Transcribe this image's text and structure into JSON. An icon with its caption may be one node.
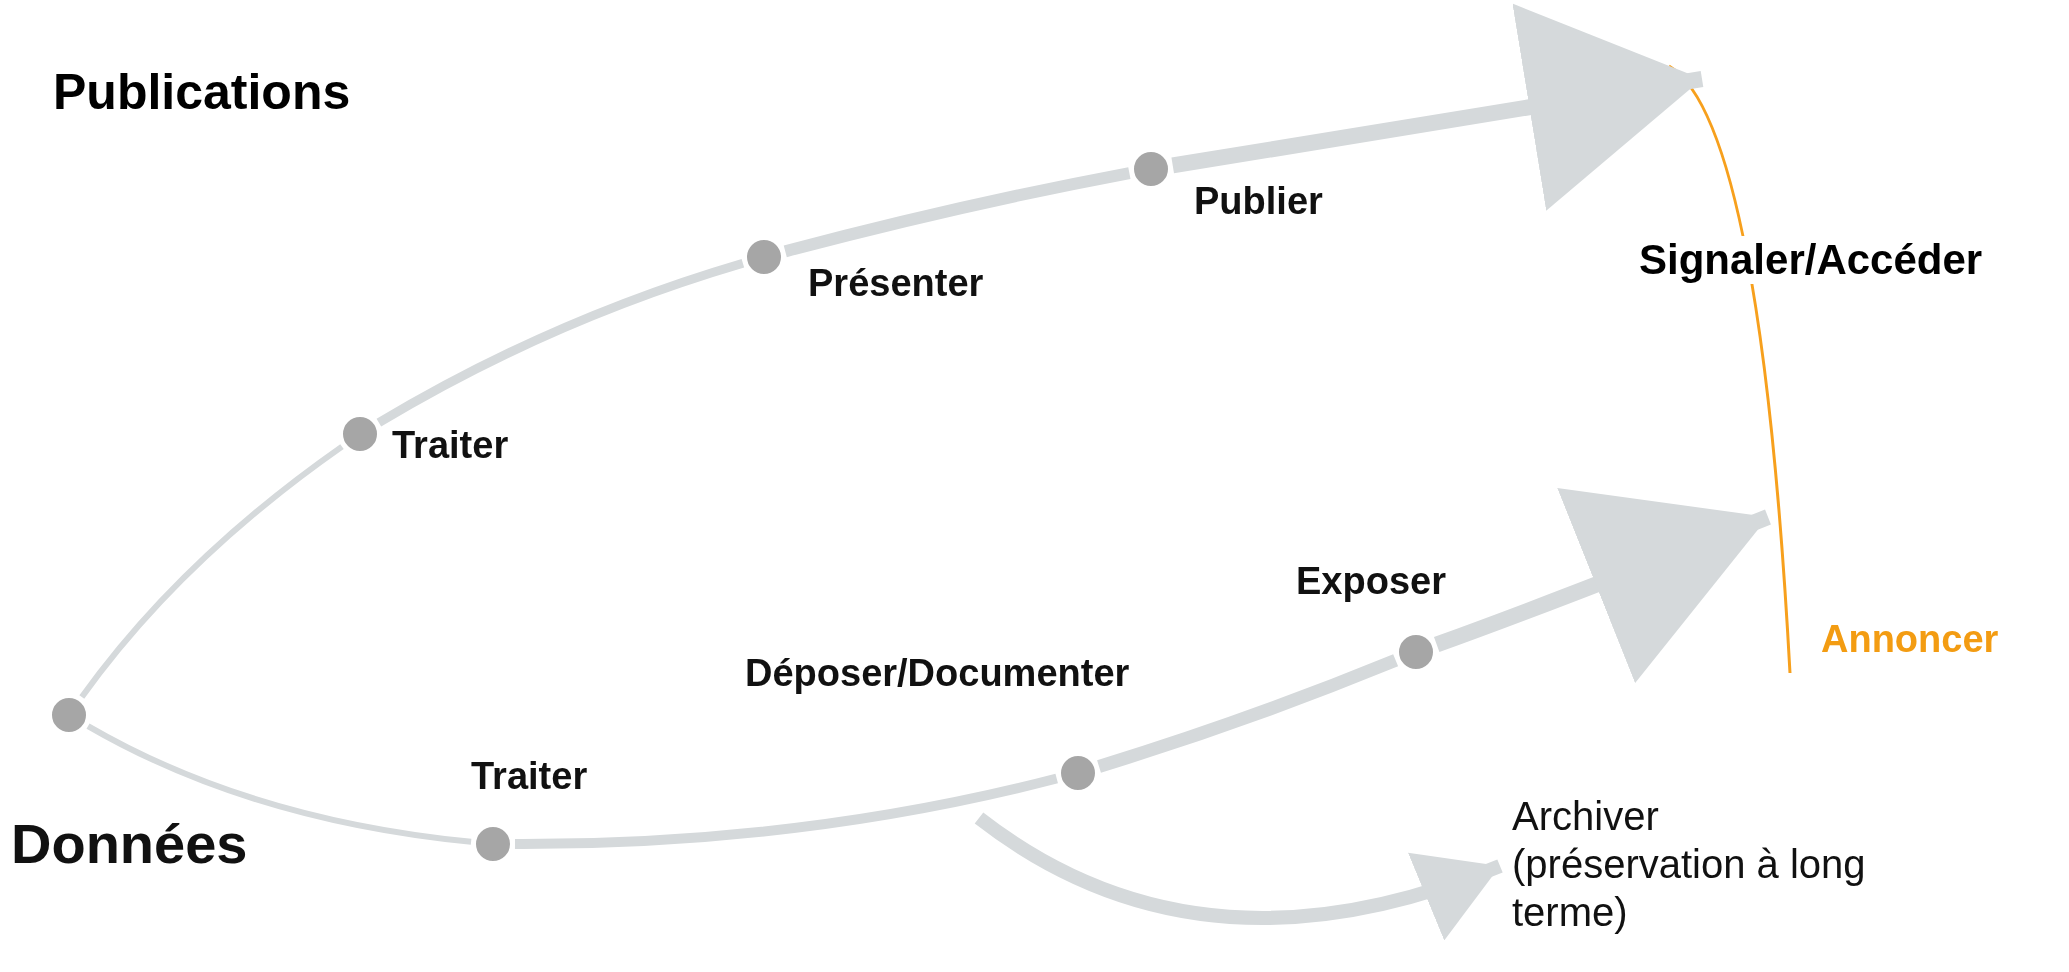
{
  "diagram": {
    "nodes": [
      {
        "text": [],
        "shape": "circle",
        "beside": [
          "Données"
        ]
      },
      {
        "text": [],
        "shape": "circle",
        "beside": [
          "Traiter"
        ]
      },
      {
        "text": [],
        "shape": "circle",
        "beside": [
          "Présenter"
        ]
      },
      {
        "text": [],
        "shape": "circle",
        "beside": [
          "Publier"
        ]
      },
      {
        "text": [],
        "shape": "circle",
        "beside": [
          "Traiter"
        ]
      },
      {
        "text": [],
        "shape": "circle",
        "beside": [
          "Déposer/Documenter"
        ]
      },
      {
        "text": [],
        "shape": "circle",
        "beside": [
          "Exposer"
        ]
      },
      {
        "text": [
          "Archiver (préservation à long terme)"
        ]
      }
    ],
    "edges": [
      {
        "from": 0,
        "to": 1,
        "arrow": "none"
      },
      {
        "from": 1,
        "to": 2,
        "arrow": "none"
      },
      {
        "from": 2,
        "to": 3,
        "arrow": "none"
      },
      {
        "from": 3,
        "to": null,
        "arrow": "to"
      },
      {
        "from": 0,
        "to": 4,
        "arrow": "none"
      },
      {
        "from": 4,
        "to": 5,
        "arrow": "none"
      },
      {
        "from": 5,
        "to": 6,
        "arrow": "none"
      },
      {
        "from": 6,
        "to": null,
        "arrow": "to"
      },
      {
        "from": null,
        "to": 7,
        "arrow": "to"
      }
    ],
    "labels": [
      "Publications",
      "Signaler/Accéder",
      "Annoncer"
    ]
  }
}
